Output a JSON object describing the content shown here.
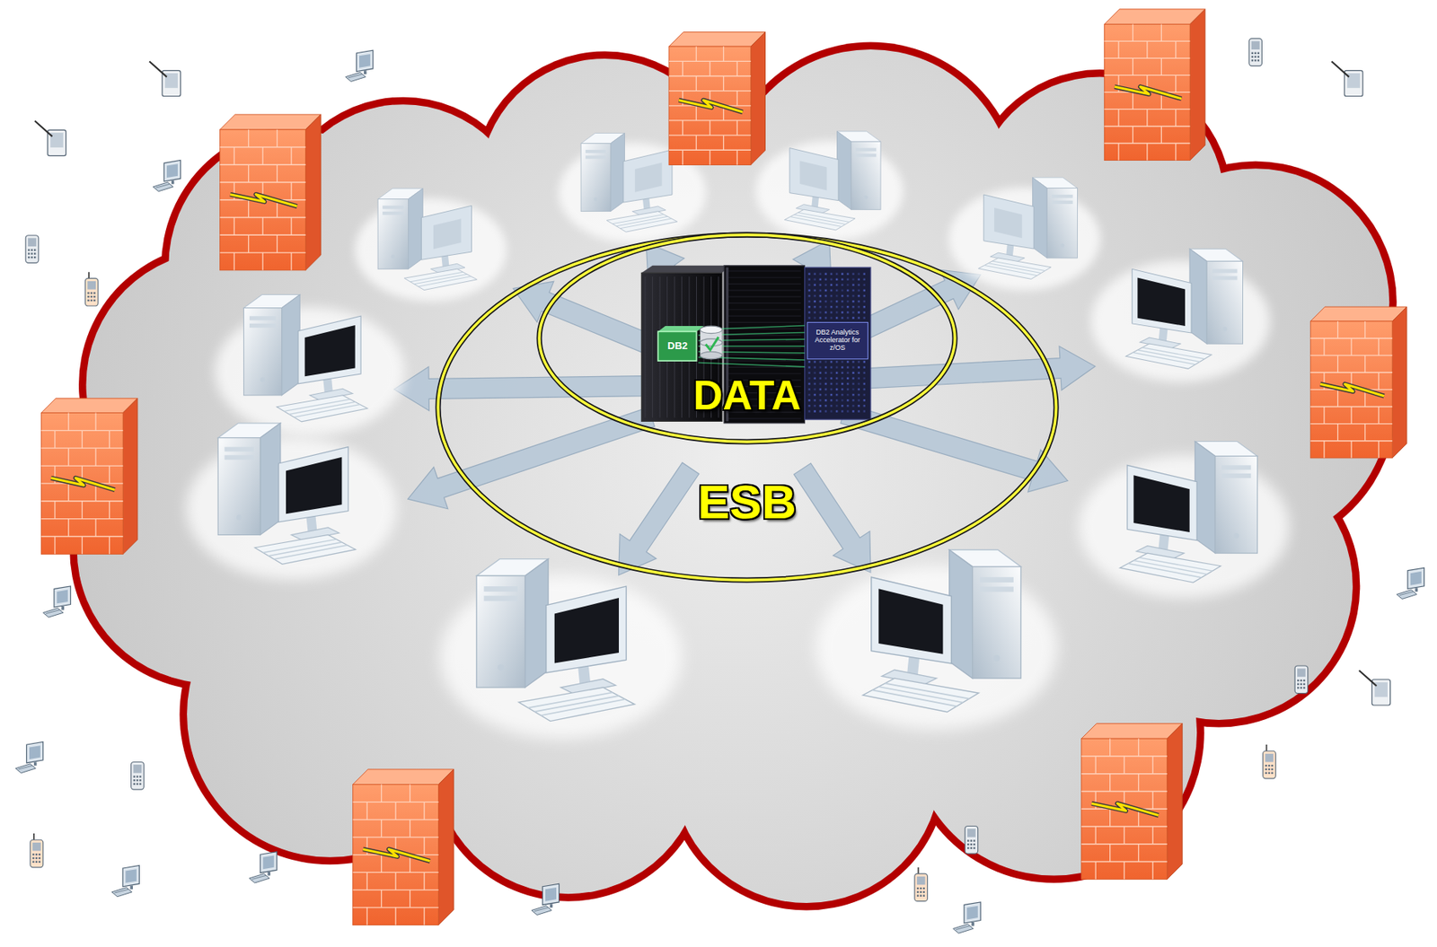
{
  "diagram": {
    "nodes": [
      {
        "text": [
          "ESB"
        ]
      },
      {
        "text": [
          "DATA"
        ],
        "in": 0
      }
    ],
    "labels": [
      "DB2",
      "DB2 Analytics Accelerator for z/OS"
    ]
  }
}
